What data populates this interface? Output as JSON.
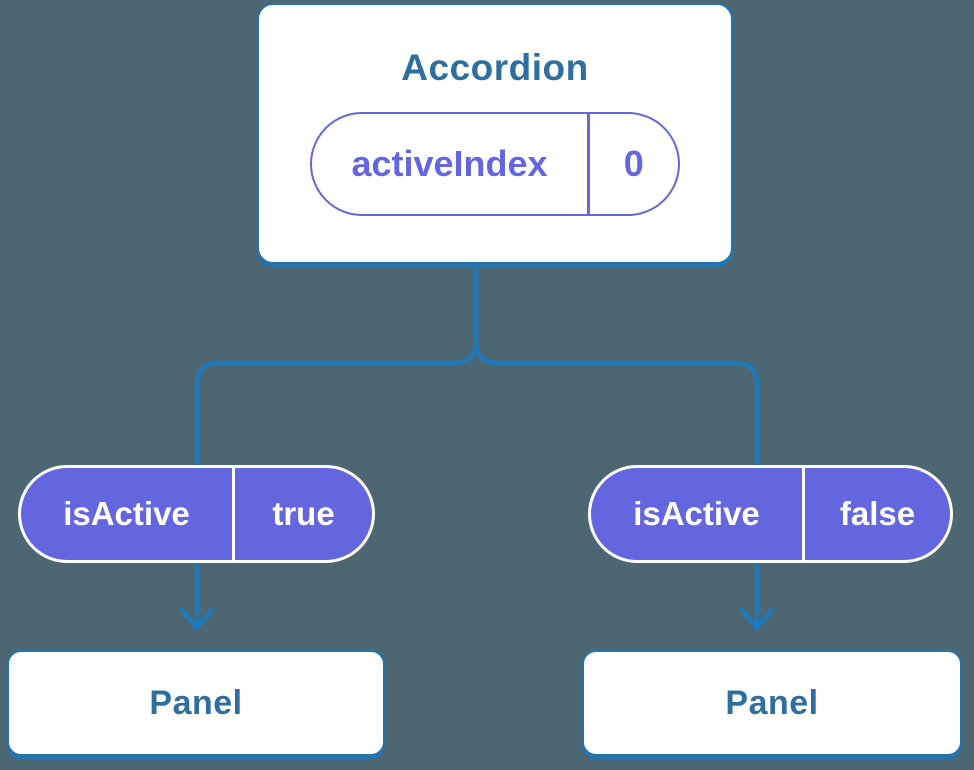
{
  "colors": {
    "background": "#4C6771",
    "connector_blue": "#1F78B8",
    "card_border_blue": "#2673AC",
    "component_text_blue": "#2F6F9F",
    "state_purple": "#6466DF",
    "card_fill": "#FFFFFF",
    "pill_text_white": "#FFFFFF"
  },
  "diagram": {
    "root": {
      "title": "Accordion",
      "state_pill": {
        "name": "activeIndex",
        "value": "0"
      }
    },
    "children": [
      {
        "prop_pill": {
          "name": "isActive",
          "value": "true"
        },
        "component": {
          "title": "Panel"
        }
      },
      {
        "prop_pill": {
          "name": "isActive",
          "value": "false"
        },
        "component": {
          "title": "Panel"
        }
      }
    ]
  }
}
